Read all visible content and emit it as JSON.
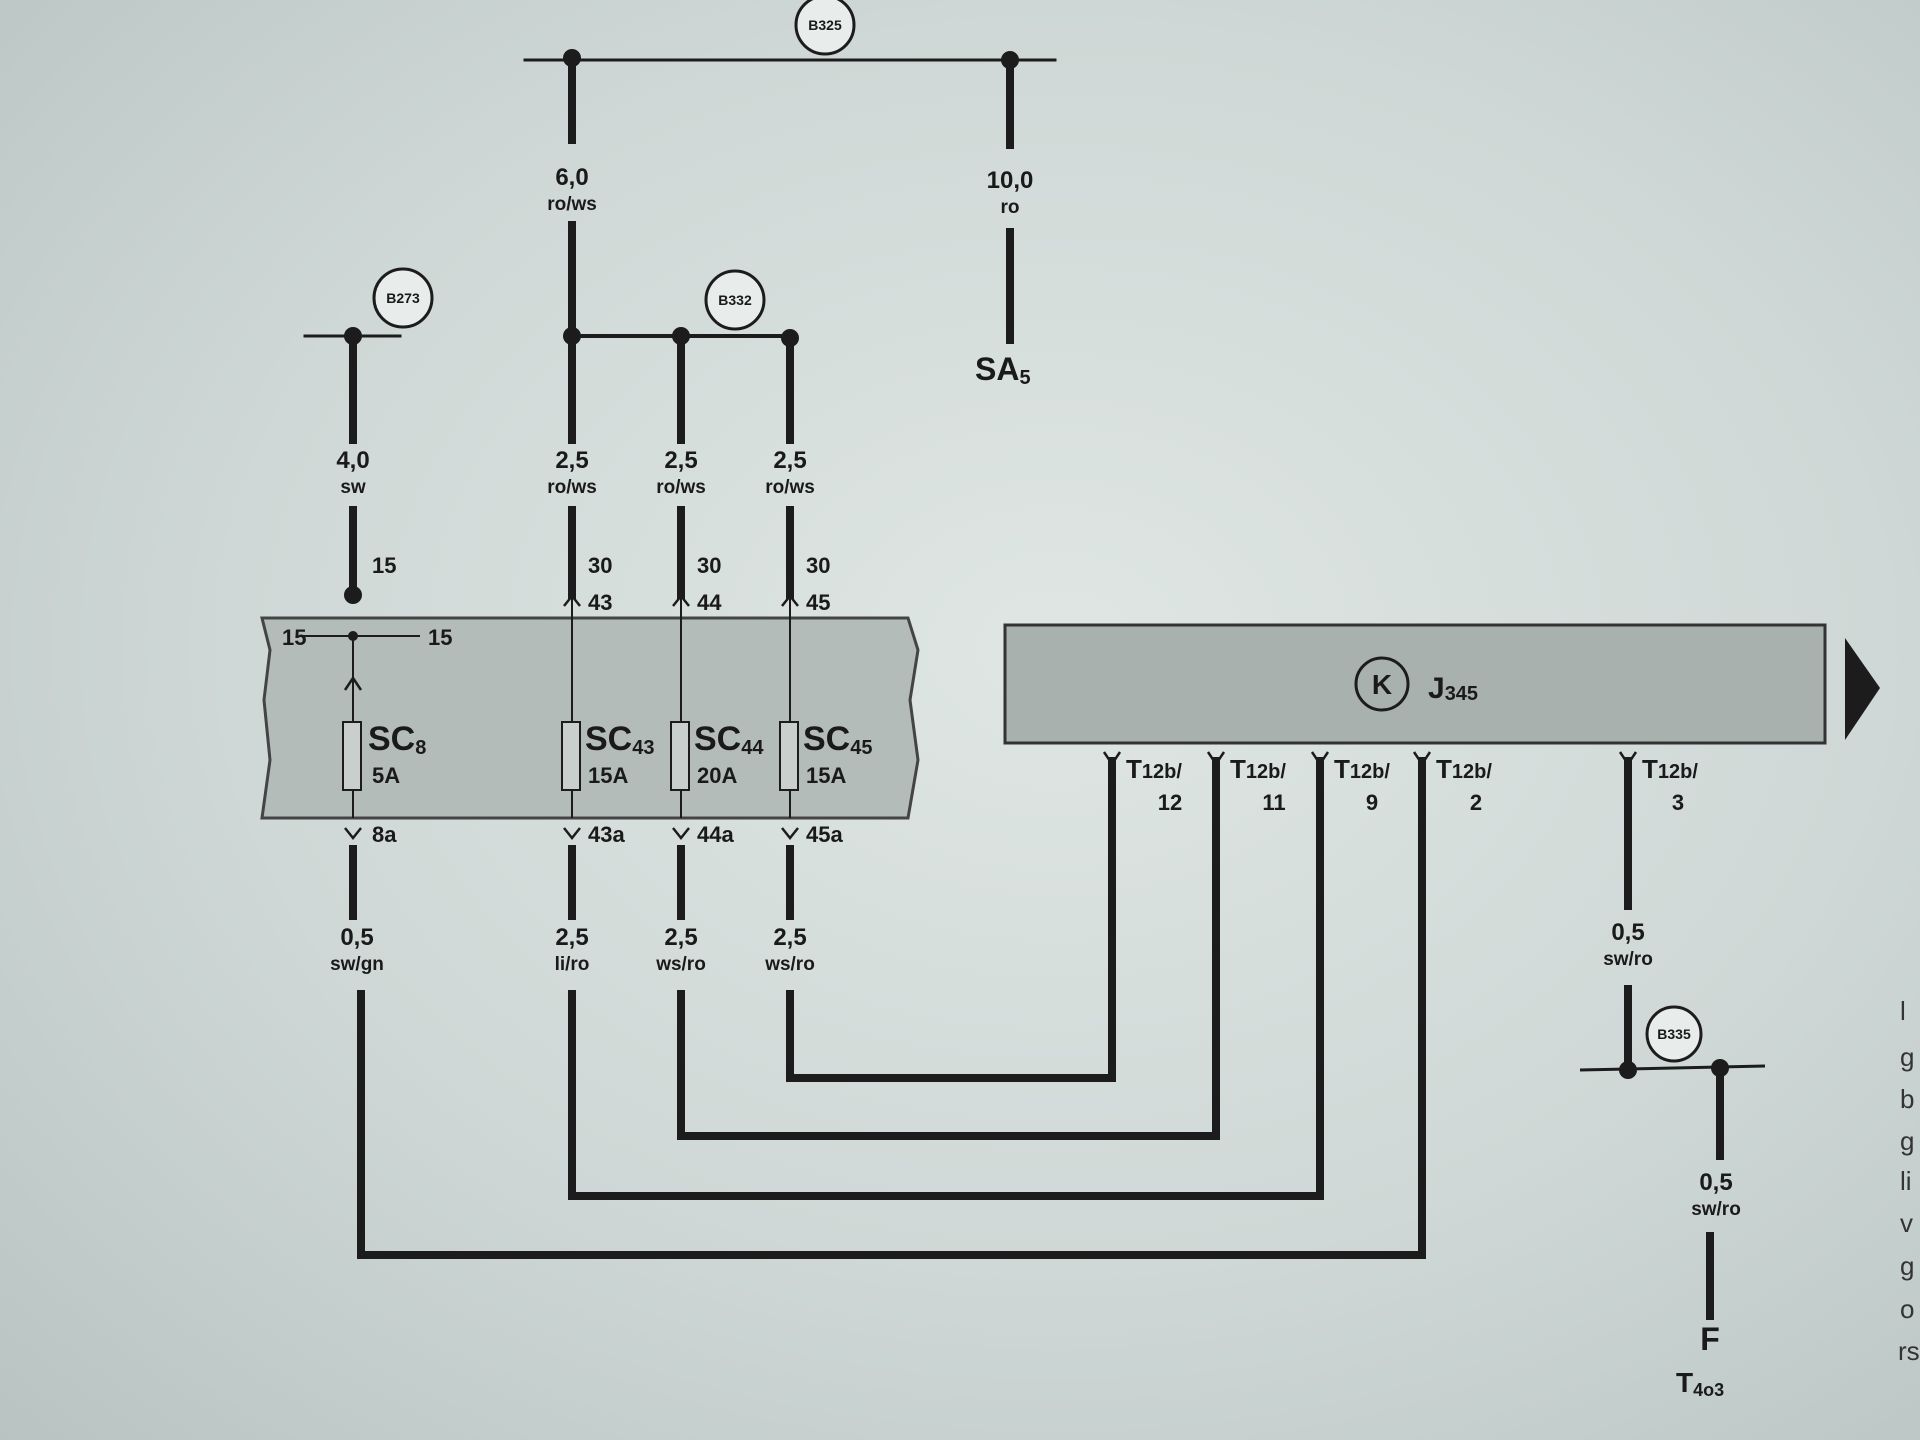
{
  "nodes": {
    "b325": "B325",
    "b273": "B273",
    "b332": "B332",
    "b335": "B335"
  },
  "wires": {
    "w_b325_left": {
      "size": "6,0",
      "color": "ro/ws"
    },
    "w_b325_right": {
      "size": "10,0",
      "color": "ro"
    },
    "w_b273": {
      "size": "4,0",
      "color": "sw"
    },
    "w_43_in": {
      "size": "2,5",
      "color": "ro/ws"
    },
    "w_44_in": {
      "size": "2,5",
      "color": "ro/ws"
    },
    "w_45_in": {
      "size": "2,5",
      "color": "ro/ws"
    },
    "w_8_out": {
      "size": "0,5",
      "color": "sw/gn"
    },
    "w_43_out": {
      "size": "2,5",
      "color": "li/ro"
    },
    "w_44_out": {
      "size": "2,5",
      "color": "ws/ro"
    },
    "w_45_out": {
      "size": "2,5",
      "color": "ws/ro"
    },
    "w_t3": {
      "size": "0,5",
      "color": "sw/ro"
    },
    "w_f": {
      "size": "0,5",
      "color": "sw/ro"
    }
  },
  "terminals": {
    "sa5": {
      "main": "SA",
      "sub": "5"
    },
    "f": "F",
    "t4o3": {
      "main": "T",
      "sub": "4o3"
    }
  },
  "fuse_box": {
    "rail_left": "15",
    "rail_right": "15",
    "in_15": "15",
    "in_30a": "30",
    "in_30b": "30",
    "in_30c": "30",
    "in_43": "43",
    "in_44": "44",
    "in_45": "45",
    "out_8a": "8a",
    "out_43a": "43a",
    "out_44a": "44a",
    "out_45a": "45a"
  },
  "fuses": [
    {
      "name_main": "SC",
      "name_sub": "8",
      "rating": "5A"
    },
    {
      "name_main": "SC",
      "name_sub": "43",
      "rating": "15A"
    },
    {
      "name_main": "SC",
      "name_sub": "44",
      "rating": "20A"
    },
    {
      "name_main": "SC",
      "name_sub": "45",
      "rating": "15A"
    }
  ],
  "module": {
    "name_main": "J",
    "name_sub": "345",
    "symbol": "K"
  },
  "connectors": [
    {
      "main": "T",
      "sub": "12b/",
      "pin": "12"
    },
    {
      "main": "T",
      "sub": "12b/",
      "pin": "11"
    },
    {
      "main": "T",
      "sub": "12b/",
      "pin": "9"
    },
    {
      "main": "T",
      "sub": "12b/",
      "pin": "2"
    },
    {
      "main": "T",
      "sub": "12b/",
      "pin": "3"
    }
  ],
  "edge_text": [
    "l",
    "g",
    "b",
    "g",
    "li",
    "v",
    "g",
    "o",
    "rs"
  ],
  "colors": {
    "wire": "#1c1c1c",
    "fuse_box": "#b4bcba",
    "module": "#a9b1af"
  }
}
